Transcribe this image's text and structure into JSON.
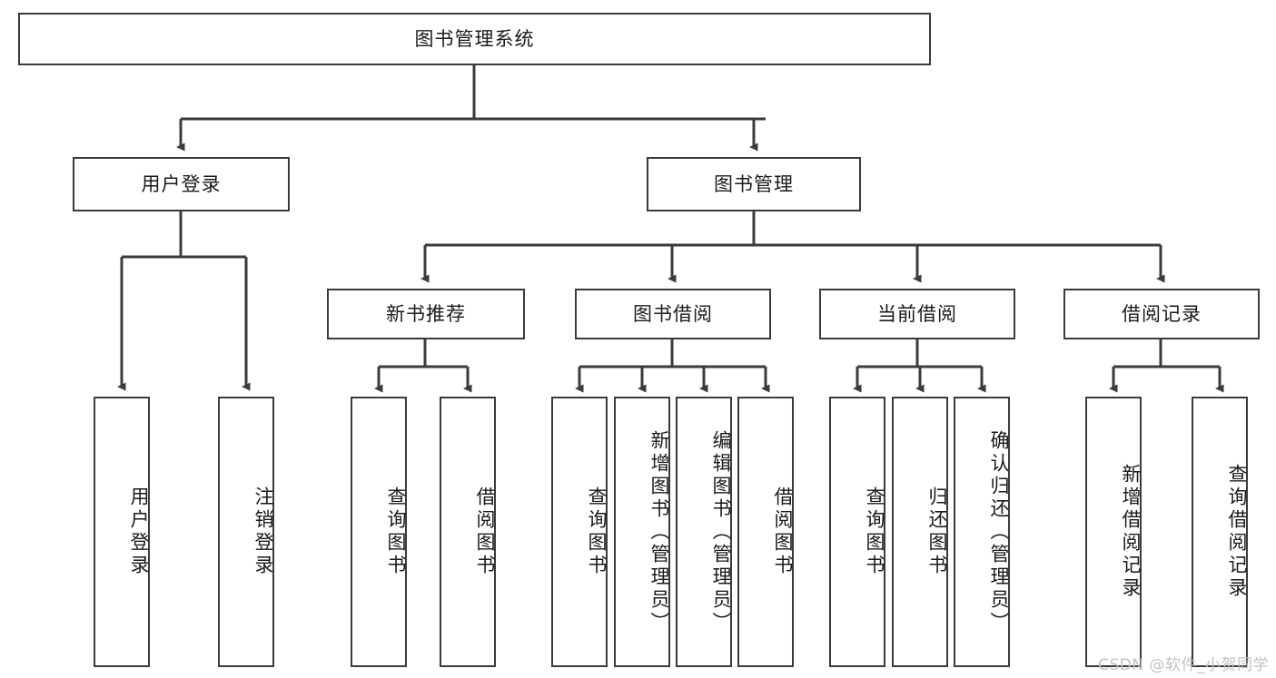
{
  "diagram": {
    "title": "图书管理系统",
    "type": "tree",
    "watermark": "CSDN @软件_小贺同学",
    "colors": {
      "box_border": "#3b3b3b",
      "box_fill": "#ffffff",
      "connector": "#3b3b3b",
      "text": "#1a1a1a",
      "watermark": "#c2c2c2",
      "background": "#ffffff"
    },
    "nodes": {
      "root": {
        "label": "图书管理系统",
        "level": 0
      },
      "l1": [
        {
          "id": "user_login",
          "label": "用户登录"
        },
        {
          "id": "book_manage",
          "label": "图书管理"
        }
      ],
      "l2": [
        {
          "id": "new_book_rec",
          "label": "新书推荐",
          "parent": "book_manage"
        },
        {
          "id": "book_borrow",
          "label": "图书借阅",
          "parent": "book_manage"
        },
        {
          "id": "current_borrow",
          "label": "当前借阅",
          "parent": "book_manage"
        },
        {
          "id": "borrow_record",
          "label": "借阅记录",
          "parent": "book_manage"
        }
      ],
      "leaves": {
        "user_login": [
          {
            "id": "leaf_user_login",
            "label": "用户登录"
          },
          {
            "id": "leaf_user_logout",
            "label": "注销登录"
          }
        ],
        "new_book_rec": [
          {
            "id": "leaf_query_book_1",
            "label": "查询图书"
          },
          {
            "id": "leaf_borrow_book_1",
            "label": "借阅图书"
          }
        ],
        "book_borrow": [
          {
            "id": "leaf_query_book_2",
            "label": "查询图书"
          },
          {
            "id": "leaf_add_book",
            "label": "新增图书（管理员）"
          },
          {
            "id": "leaf_edit_book",
            "label": "编辑图书（管理员）"
          },
          {
            "id": "leaf_borrow_book_2",
            "label": "借阅图书"
          }
        ],
        "current_borrow": [
          {
            "id": "leaf_query_book_3",
            "label": "查询图书"
          },
          {
            "id": "leaf_return_book",
            "label": "归还图书"
          },
          {
            "id": "leaf_confirm_return",
            "label": "确认归还（管理员）"
          }
        ],
        "borrow_record": [
          {
            "id": "leaf_add_record",
            "label": "新增借阅记录"
          },
          {
            "id": "leaf_query_record",
            "label": "查询借阅记录"
          }
        ]
      }
    }
  }
}
